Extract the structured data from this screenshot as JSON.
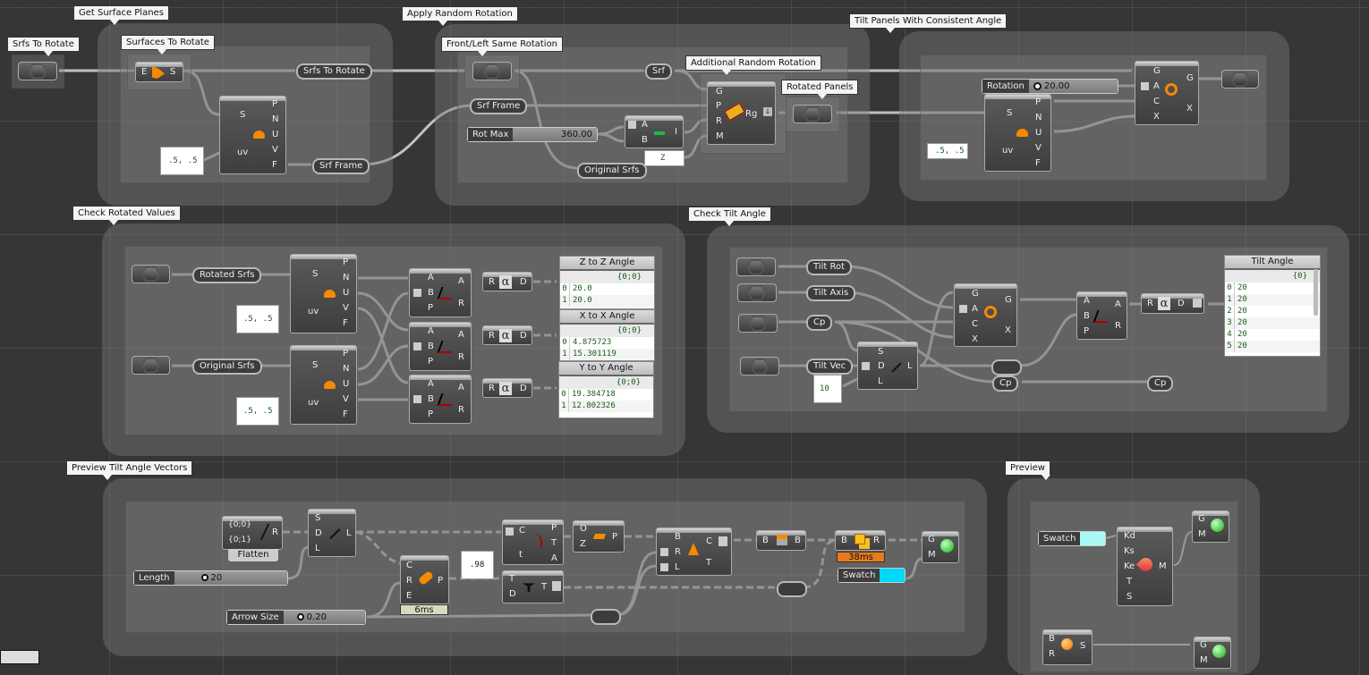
{
  "groups": [
    {
      "id": "get-surface-planes",
      "label": "Get Surface Planes"
    },
    {
      "id": "apply-random-rotation",
      "label": "Apply Random Rotation"
    },
    {
      "id": "tilt-panels",
      "label": "Tilt Panels With Consistent Angle"
    },
    {
      "id": "check-rotated-values",
      "label": "Check Rotated Values"
    },
    {
      "id": "check-tilt-angle",
      "label": "Check Tilt Angle"
    },
    {
      "id": "preview-tilt-vectors",
      "label": "Preview Tilt Angle Vectors"
    },
    {
      "id": "preview",
      "label": "Preview"
    }
  ],
  "subgroups": {
    "srfs_to_rotate": "Srfs To Rotate",
    "surfaces_to_rotate": "Surfaces To Rotate",
    "front_left": "Front/Left Same Rotation",
    "additional_random": "Additional Random Rotation",
    "rotated_panels": "Rotated Panels"
  },
  "relays": {
    "srfs_to_rotate": "Srfs To Rotate",
    "srf_frame_a": "Srf Frame",
    "srf_frame_b": "Srf Frame",
    "srf": "Srf",
    "original_srfs": "Original Srfs",
    "rotated_srfs": "Rotated Srfs",
    "original_srfs_2": "Original Srfs",
    "tilt_rot": "Tilt Rot",
    "tilt_axis": "Tilt Axis",
    "cp": "Cp",
    "tilt_vec": "Tilt Vec",
    "cp_2": "Cp",
    "cp_3": "Cp"
  },
  "panels": {
    "uv1": ".5, .5",
    "uv2": ".5, .5",
    "uv3": ".5, .5",
    "uv4": ".5, .5",
    "axis_z": "Z",
    "len10": "10",
    "factor": ".98"
  },
  "sliders": {
    "rot_max": {
      "name": "Rot Max",
      "value": "360.00"
    },
    "rotation": {
      "name": "Rotation",
      "value": "20.00"
    },
    "length": {
      "name": "Length",
      "value": "20"
    },
    "arrow_size": {
      "name": "Arrow Size",
      "value": "0.20"
    }
  },
  "swatches": {
    "swatch1": {
      "name": "Swatch",
      "color": "#00d8f8"
    },
    "swatch2": {
      "name": "Swatch",
      "color": "#a8f8f4"
    }
  },
  "data_tables": {
    "z_to_z": {
      "title": "Z to Z Angle",
      "path": "{0;0}",
      "rows": [
        {
          "i": "0",
          "v": "20.0"
        },
        {
          "i": "1",
          "v": "20.0"
        }
      ]
    },
    "x_to_x": {
      "title": "X to X Angle",
      "path": "{0;0}",
      "rows": [
        {
          "i": "0",
          "v": "4.875723"
        },
        {
          "i": "1",
          "v": "15.301119"
        }
      ]
    },
    "y_to_y": {
      "title": "Y to Y Angle",
      "path": "{0;0}",
      "rows": [
        {
          "i": "0",
          "v": "19.384718"
        },
        {
          "i": "1",
          "v": "12.802326"
        }
      ]
    },
    "tilt_angle": {
      "title": "Tilt Angle",
      "path": "{0}",
      "rows": [
        {
          "i": "0",
          "v": "20"
        },
        {
          "i": "1",
          "v": "20"
        },
        {
          "i": "2",
          "v": "20"
        },
        {
          "i": "3",
          "v": "20"
        },
        {
          "i": "4",
          "v": "20"
        },
        {
          "i": "5",
          "v": "20"
        }
      ]
    }
  },
  "ports": {
    "explode": {
      "in": [
        "E"
      ],
      "out": [
        "S"
      ]
    },
    "eval_srf": {
      "in": [
        "S",
        "uv"
      ],
      "out": [
        "P",
        "N",
        "U",
        "V",
        "F"
      ]
    },
    "random": {
      "in": [
        "A",
        "B"
      ],
      "out": [
        "I"
      ]
    },
    "rotate": {
      "in": [
        "G",
        "P",
        "R",
        "M"
      ],
      "out": [
        "Rg"
      ]
    },
    "rotate_axis": {
      "in": [
        "G",
        "A",
        "C",
        "X"
      ],
      "out": [
        "G",
        "X"
      ]
    },
    "angle": {
      "in": [
        "A",
        "B",
        "P"
      ],
      "out": [
        "A",
        "R"
      ]
    },
    "degrees": {
      "in": [
        "R"
      ],
      "out": [
        "D"
      ]
    },
    "line_sdl": {
      "in": [
        "S",
        "D",
        "L"
      ],
      "out": [
        "L"
      ]
    },
    "merge": {
      "in": [
        "{0;0}",
        "{0;1}"
      ],
      "out": [
        "R"
      ]
    },
    "circle_cnr": {
      "in": [
        "C",
        "R",
        "E"
      ],
      "out": [
        "P"
      ]
    },
    "eval_curve": {
      "in": [
        "C",
        "t"
      ],
      "out": [
        "P",
        "T",
        "A"
      ]
    },
    "tree": {
      "in": [
        "T",
        "D"
      ],
      "out": [
        "T"
      ]
    },
    "plane": {
      "in": [
        "O",
        "Z"
      ],
      "out": [
        "P"
      ]
    },
    "cone": {
      "in": [
        "B",
        "R",
        "L"
      ],
      "out": [
        "C",
        "T"
      ]
    },
    "brep": {
      "in": [
        "B"
      ],
      "out": [
        "B"
      ]
    },
    "union": {
      "in": [
        "B"
      ],
      "out": [
        "R"
      ]
    },
    "preview": {
      "in": [
        "G",
        "M"
      ]
    },
    "material": {
      "in": [
        "Kd",
        "Ks",
        "Ke",
        "T",
        "S"
      ],
      "out": [
        "M"
      ]
    },
    "sphere": {
      "in": [
        "B",
        "R"
      ],
      "out": [
        "S"
      ]
    }
  },
  "labels": {
    "flatten": "Flatten",
    "timer_6ms": "6ms",
    "timer_38ms": "38ms"
  }
}
